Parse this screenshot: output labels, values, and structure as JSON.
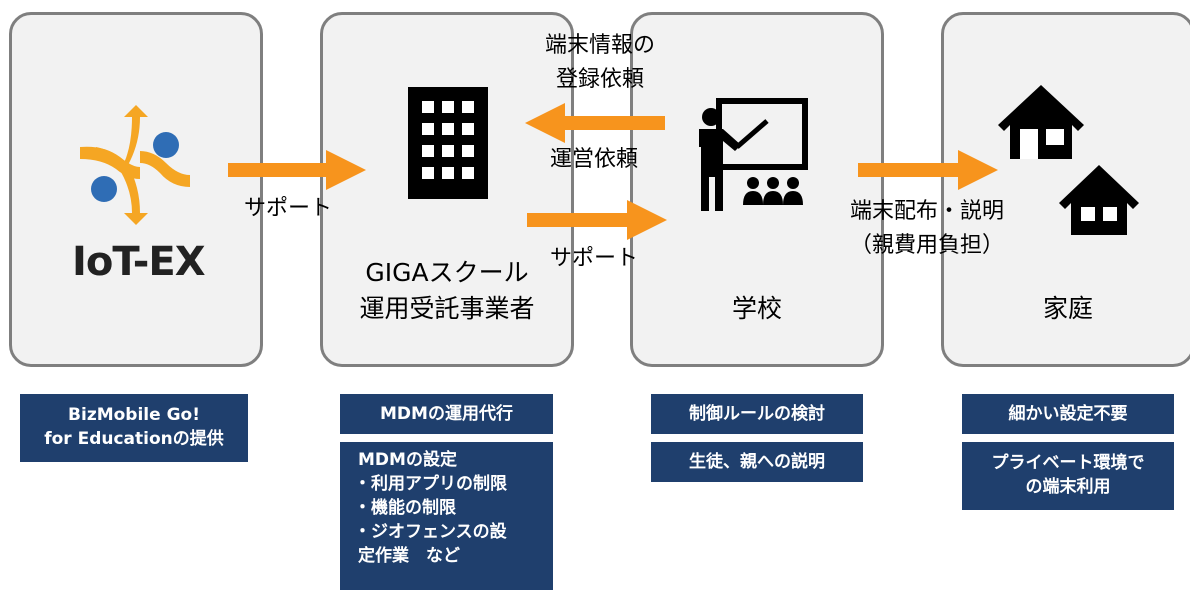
{
  "panels": [
    {
      "title": "IoT-EX"
    },
    {
      "title_lines": [
        "GIGAスクール",
        "運用受託事業者"
      ]
    },
    {
      "title": "学校"
    },
    {
      "title": "家庭"
    }
  ],
  "arrows": {
    "support_1": "サポート",
    "request_info_lines": [
      "端末情報の",
      "登録依頼"
    ],
    "operation_request": "運営依頼",
    "support_2": "サポート",
    "distribution_lines": [
      "端末配布・説明",
      "（親費用負担）"
    ]
  },
  "boxes": {
    "iotex": {
      "lines": [
        "BizMobile Go!",
        "for Educationの提供"
      ]
    },
    "giga": [
      {
        "lines": [
          "MDMの運用代行"
        ]
      },
      {
        "lines": [
          "MDMの設定",
          "・利用アプリの制限",
          "・機能の制限",
          "・ジオフェンスの設",
          "定作業　など"
        ]
      }
    ],
    "school": [
      {
        "lines": [
          "制御ルールの検討"
        ]
      },
      {
        "lines": [
          "生徒、親への説明"
        ]
      }
    ],
    "home": [
      {
        "lines": [
          "細かい設定不要"
        ]
      },
      {
        "lines": [
          "プライベート環境で",
          "の端末利用"
        ]
      }
    ]
  },
  "colors": {
    "arrow": "#f7941d",
    "box": "#1f3f6d",
    "panel_bg": "#f2f2f2",
    "panel_border": "#7f7f7f",
    "logo_orange": "#f5a623",
    "logo_blue": "#2f6db5"
  },
  "icons": [
    "iot-ex-logo-icon",
    "office-building-icon",
    "teacher-classroom-icon",
    "house-icon"
  ]
}
